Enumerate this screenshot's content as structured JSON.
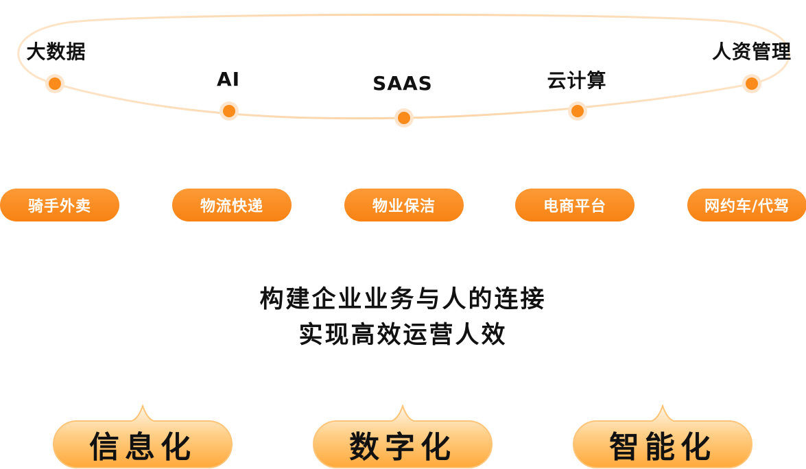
{
  "technologies": [
    {
      "label": "大数据"
    },
    {
      "label": "AI"
    },
    {
      "label": "SAAS"
    },
    {
      "label": "云计算"
    },
    {
      "label": "人资管理"
    }
  ],
  "industries": [
    {
      "label": "骑手外卖"
    },
    {
      "label": "物流快递"
    },
    {
      "label": "物业保洁"
    },
    {
      "label": "电商平台"
    },
    {
      "label": "网约车/代驾"
    }
  ],
  "slogan": {
    "line1": "构建企业业务与人的连接",
    "line2": "实现高效运营人效"
  },
  "stages": [
    {
      "label": "信息化"
    },
    {
      "label": "数字化"
    },
    {
      "label": "智能化"
    }
  ],
  "colors": {
    "accent": "#fb8c1c",
    "pill_gradient_top": "#fd9a36",
    "pill_gradient_bottom": "#f78213",
    "stage_gradient_top": "#fff6e8",
    "stage_gradient_bottom": "#ffa93a",
    "text": "#111111"
  }
}
